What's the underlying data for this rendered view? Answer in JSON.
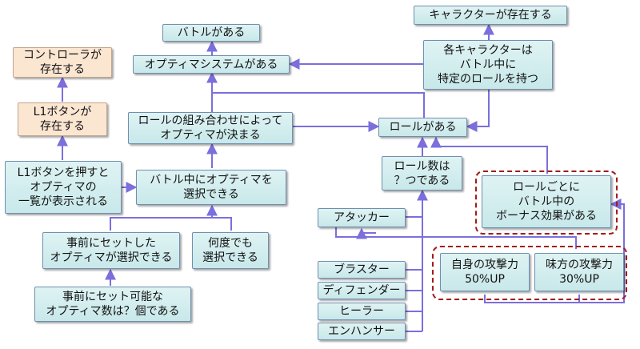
{
  "nodes": {
    "character_exists": "キャラクターが存在する",
    "each_character_role": "各キャラクターは\nバトル中に\n特定のロールを持つ",
    "battle_exists": "バトルがある",
    "optima_system": "オプティマシステムがある",
    "role_exists": "ロールがある",
    "role_combo": "ロールの組み合わせによって\nオプティマが決まる",
    "controller_exists": "コントローラが\n存在する",
    "l1_button_exists": "L1ボタンが\n存在する",
    "l1_press": "L1ボタンを押すと\nオプティマの\n一覧が表示される",
    "select_optima": "バトル中にオプティマを\n選択できる",
    "role_count": "ロール数は\n？つである",
    "bonus_per_role": "ロールごとに\nバトル中の\nボーナス効果がある",
    "preset_select": "事前にセットした\nオプティマが選択できる",
    "multiple_select": "何度でも\n選択できる",
    "preset_count": "事前にセット可能な\nオプティマ数は？個である",
    "attacker": "アタッカー",
    "blaster": "ブラスター",
    "defender": "ディフェンダー",
    "healer": "ヒーラー",
    "enhancer": "エンハンサー",
    "self_attack": "自身の攻撃力\n50%UP",
    "ally_attack": "味方の攻撃力\n30%UP"
  },
  "colors": {
    "node_fill": "#d4eef0",
    "node_fill_peach": "#fbe6d2",
    "arrow": "#7b6fdc",
    "dashed_group": "#a31a1a"
  }
}
